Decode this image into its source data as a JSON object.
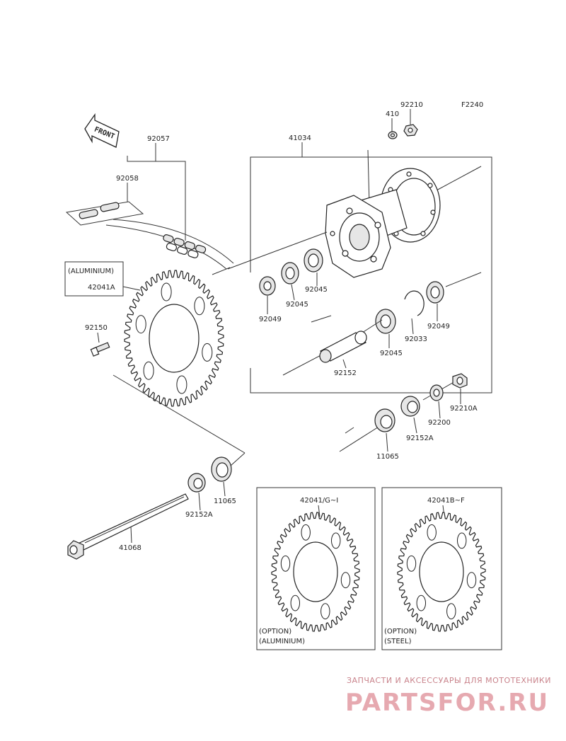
{
  "figure_code": "F2240",
  "front_label": "FRONT",
  "parts": {
    "p92210": "92210",
    "p410": "410",
    "p41034": "41034",
    "p92057": "92057",
    "p92058": "92058",
    "aluminium_tag": "(ALUMINIUM)",
    "p42041A": "42041A",
    "p92150": "92150",
    "p92049_left": "92049",
    "p92045_a": "92045",
    "p92045_b": "92045",
    "p92045_c": "92045",
    "p92033": "92033",
    "p92049_right": "92049",
    "p92152": "92152",
    "p92210A": "92210A",
    "p92200": "92200",
    "p92152A_right": "92152A",
    "p11065_right": "11065",
    "p11065_left": "11065",
    "p92152A_left": "92152A",
    "p41068": "41068"
  },
  "option_boxes": [
    {
      "part": "42041/G~I",
      "line1": "(OPTION)",
      "line2": "(ALUMINIUM)"
    },
    {
      "part": "42041B~F",
      "line1": "(OPTION)",
      "line2": "(STEEL)"
    }
  ],
  "watermark": {
    "tagline": "ЗАПЧАСТИ И АКСЕССУАРЫ ДЛЯ МОТОТЕХНИКИ",
    "brand": "PARTSFOR.RU"
  }
}
